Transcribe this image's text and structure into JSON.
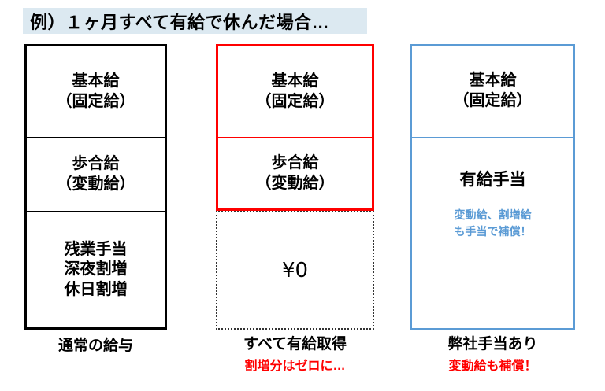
{
  "title": {
    "text": "例）１ヶ月すべて有給で休んだ場合…",
    "background_color": "#dce9f1"
  },
  "columns": [
    {
      "name": "normal-salary",
      "border_color": "#000000",
      "border_style": "solid",
      "cells": [
        {
          "lines": [
            "基本給",
            "（固定給）"
          ],
          "text_color": "#000000",
          "border_color": "#000000",
          "border_style": "solid"
        },
        {
          "lines": [
            "歩合給",
            "（変動給）"
          ],
          "text_color": "#000000",
          "border_color": "#000000",
          "border_style": "solid"
        },
        {
          "lines": [
            "残業手当",
            "深夜割増",
            "休日割増"
          ],
          "text_color": "#000000",
          "border_color": "#000000",
          "border_style": "solid"
        }
      ],
      "footer_main": "通常の給与",
      "footer_sub": ""
    },
    {
      "name": "all-paid-leave",
      "border_color": "#ff0000",
      "border_style": "solid",
      "cells": [
        {
          "lines": [
            "基本給",
            "（固定給）"
          ],
          "text_color": "#000000",
          "border_color": "#ff0000",
          "border_style": "solid"
        },
        {
          "lines": [
            "歩合給",
            "（変動給）"
          ],
          "text_color": "#000000",
          "border_color": "#ff0000",
          "border_style": "solid"
        },
        {
          "lines": [
            "¥0"
          ],
          "text_color": "#000000",
          "border_color": "#333333",
          "border_style": "dotted"
        }
      ],
      "footer_main": "すべて有給取得",
      "footer_sub": "割増分はゼロに…"
    },
    {
      "name": "our-company-allowance",
      "border_color": "#5b9bd5",
      "border_style": "solid",
      "cells": [
        {
          "lines": [
            "基本給",
            "（固定給）"
          ],
          "text_color": "#000000",
          "border_color": "#5b9bd5",
          "border_style": "solid"
        },
        {
          "lines": [
            "有給手当"
          ],
          "text_color": "#000000",
          "border_color": "#5b9bd5",
          "border_style": "solid",
          "note_lines": [
            "変動給、割増給",
            "も手当で補償！"
          ],
          "note_color": "#5b9bd5"
        }
      ],
      "footer_main": "弊社手当あり",
      "footer_sub": "変動給も補償！"
    }
  ],
  "colors": {
    "black": "#000000",
    "red": "#ff0000",
    "blue": "#5b9bd5",
    "title_band": "#dce9f1",
    "dotted_gray": "#333333"
  }
}
